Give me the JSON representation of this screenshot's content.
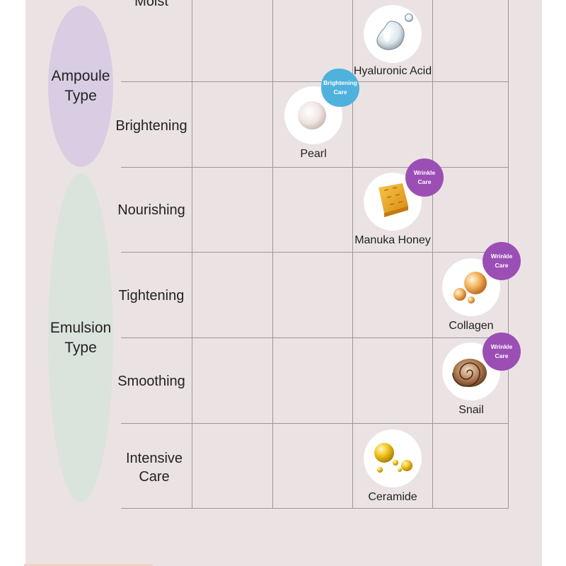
{
  "groups": {
    "ampoule": "Ampoule\nType",
    "emulsion": "Emulsion\nType"
  },
  "rows": {
    "moist": "Moist",
    "brightening": "Brightening",
    "nourishing": "Nourishing",
    "tightening": "Tightening",
    "smoothing": "Smoothing",
    "intensive": "Intensive\nCare"
  },
  "ingredients": {
    "hyaluronic": "Hyaluronic Acid",
    "pearl": "Pearl",
    "manuka": "Manuka Honey",
    "collagen": "Collagen",
    "snail": "Snail",
    "ceramide": "Ceramide"
  },
  "badges": {
    "brightening_care": "Brightening\nCare",
    "wrinkle_care": "Wrinkle\nCare"
  },
  "colors": {
    "panel": "#ebe3e3",
    "ampoule_oval": "#d9cde3",
    "emulsion_oval": "#dbe3dd",
    "wrinkle_badge": "#9b4fb5",
    "brightening_badge": "#4fb2dd"
  }
}
